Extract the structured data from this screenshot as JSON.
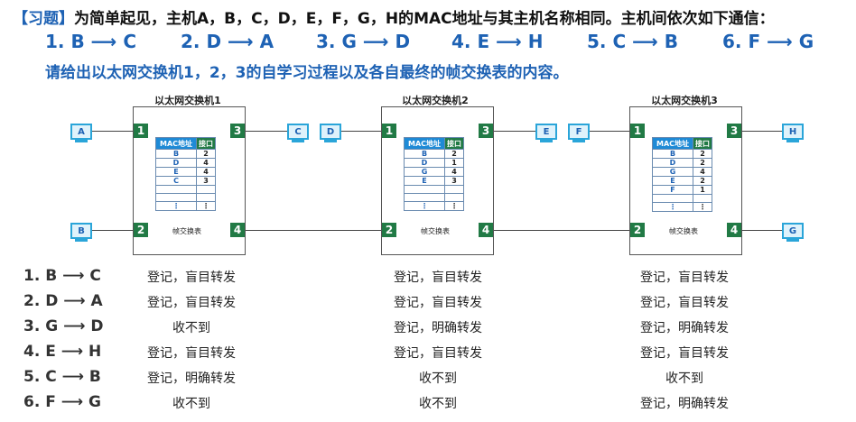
{
  "header": {
    "bracket": "【习题】",
    "text": "为简单起见，主机A，B，C，D，E，F，G，H的MAC地址与其主机名称相同。主机间依次如下通信：",
    "sequence": [
      "1. B ⟶ C",
      "2. D ⟶ A",
      "3. G ⟶ D",
      "4. E ⟶ H",
      "5. C ⟶ B",
      "6. F ⟶ G"
    ],
    "question": "请给出以太网交换机1，2，3的自学习过程以及各自最终的帧交换表的内容。"
  },
  "switches": [
    {
      "label": "以太网交换机1",
      "ports": [
        "1",
        "2",
        "3",
        "4"
      ],
      "hosts": {
        "left_top": "A",
        "left_bottom": "B",
        "right_top": "C",
        "right_bottom": ""
      },
      "table_headers": [
        "MAC地址",
        "接口"
      ],
      "rows": [
        [
          "B",
          "2"
        ],
        [
          "D",
          "4"
        ],
        [
          "E",
          "4"
        ],
        [
          "C",
          "3"
        ],
        [
          "",
          ""
        ],
        [
          "",
          ""
        ],
        [
          "⋮",
          "⋮"
        ]
      ],
      "caption": "帧交换表"
    },
    {
      "label": "以太网交换机2",
      "ports": [
        "1",
        "2",
        "3",
        "4"
      ],
      "hosts": {
        "left_top": "D",
        "left_bottom": "",
        "right_top": "E",
        "right_bottom": ""
      },
      "table_headers": [
        "MAC地址",
        "接口"
      ],
      "rows": [
        [
          "B",
          "2"
        ],
        [
          "D",
          "1"
        ],
        [
          "G",
          "4"
        ],
        [
          "E",
          "3"
        ],
        [
          "",
          ""
        ],
        [
          "",
          ""
        ],
        [
          "⋮",
          "⋮"
        ]
      ],
      "caption": "帧交换表"
    },
    {
      "label": "以太网交换机3",
      "ports": [
        "1",
        "2",
        "3",
        "4"
      ],
      "hosts": {
        "left_top": "F",
        "left_bottom": "",
        "right_top": "H",
        "right_bottom": "G"
      },
      "table_headers": [
        "MAC地址",
        "接口"
      ],
      "rows": [
        [
          "B",
          "2"
        ],
        [
          "D",
          "2"
        ],
        [
          "G",
          "4"
        ],
        [
          "E",
          "2"
        ],
        [
          "F",
          "1"
        ],
        [
          "",
          ""
        ],
        [
          "⋮",
          "⋮"
        ]
      ],
      "caption": "帧交换表"
    }
  ],
  "process": [
    {
      "label": "1. B ⟶ C",
      "sw1": "登记，盲目转发",
      "sw2": "登记，盲目转发",
      "sw3": "登记，盲目转发"
    },
    {
      "label": "2. D ⟶ A",
      "sw1": "登记，盲目转发",
      "sw2": "登记，盲目转发",
      "sw3": "登记，盲目转发"
    },
    {
      "label": "3. G ⟶ D",
      "sw1": "收不到",
      "sw2": "登记，明确转发",
      "sw3": "登记，明确转发"
    },
    {
      "label": "4. E ⟶ H",
      "sw1": "登记，盲目转发",
      "sw2": "登记，盲目转发",
      "sw3": "登记，盲目转发"
    },
    {
      "label": "5. C ⟶ B",
      "sw1": "登记，明确转发",
      "sw2": "收不到",
      "sw3": "收不到"
    },
    {
      "label": "6. F ⟶ G",
      "sw1": "收不到",
      "sw2": "收不到",
      "sw3": "登记，明确转发"
    }
  ],
  "colors": {
    "accent_blue": "#1e62b4",
    "port_green": "#217a45",
    "host_cyan": "#2aa5d9"
  }
}
